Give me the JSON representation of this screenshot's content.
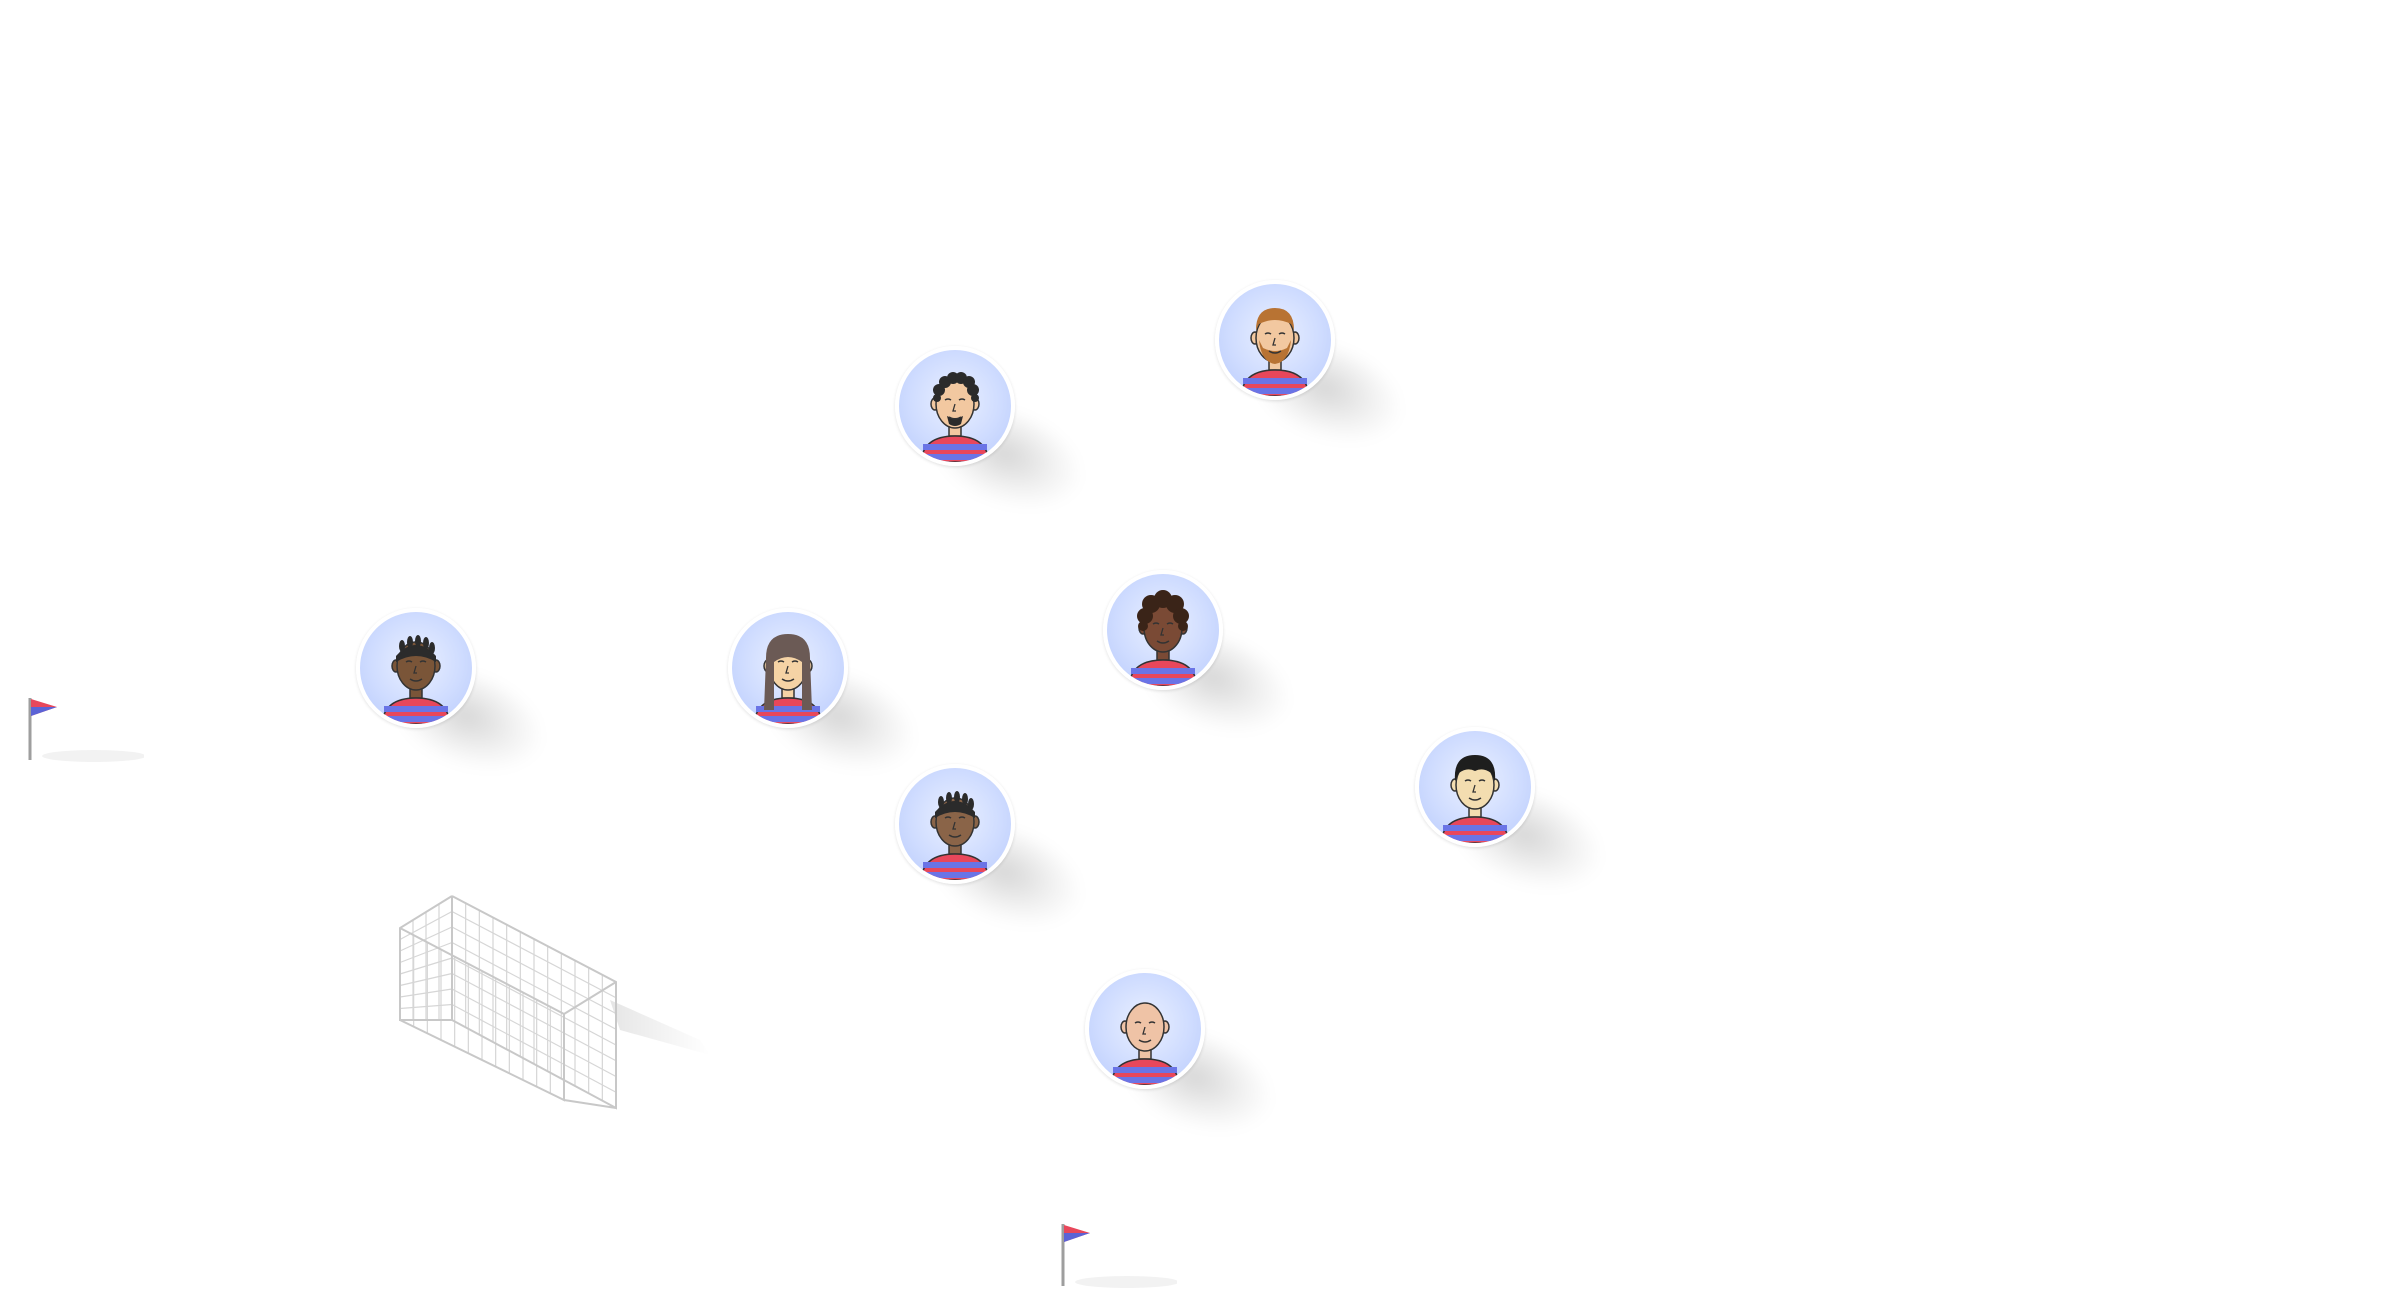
{
  "pitch": {
    "background_color": "#ffffff",
    "disc_color": "#cfdcff",
    "shirt_colors": [
      "#e8475b",
      "#6a74e6"
    ],
    "flag_colors": [
      "#e8475b",
      "#5b63d6"
    ]
  },
  "flags": [
    {
      "name": "corner-flag-left",
      "icon": "corner-flag-icon"
    },
    {
      "name": "corner-flag-bottom",
      "icon": "corner-flag-icon"
    }
  ],
  "goal": {
    "icon": "goal-net-icon"
  },
  "players": [
    {
      "id": "player-1",
      "icon": "player-avatar-icon",
      "skin": "#7a5538",
      "hair": "braids",
      "hair_color": "#2b2b2b",
      "beard": false
    },
    {
      "id": "player-2",
      "icon": "player-avatar-icon",
      "skin": "#f5d3a5",
      "hair": "long",
      "hair_color": "#6b5a55",
      "beard": false
    },
    {
      "id": "player-3",
      "icon": "player-avatar-icon",
      "skin": "#f2c8a0",
      "hair": "curly",
      "hair_color": "#2b2b2b",
      "beard": "goatee"
    },
    {
      "id": "player-4",
      "icon": "player-avatar-icon",
      "skin": "#f2c8a0",
      "hair": "short",
      "hair_color": "#b87333",
      "beard": "full"
    },
    {
      "id": "player-5",
      "icon": "player-avatar-icon",
      "skin": "#7a4a35",
      "hair": "afro",
      "hair_color": "#3a2418",
      "beard": false
    },
    {
      "id": "player-6",
      "icon": "player-avatar-icon",
      "skin": "#8a6448",
      "hair": "braids",
      "hair_color": "#2b2b2b",
      "beard": false
    },
    {
      "id": "player-7",
      "icon": "player-avatar-icon",
      "skin": "#f3ddb0",
      "hair": "straight",
      "hair_color": "#1e1e1e",
      "beard": false
    },
    {
      "id": "player-8",
      "icon": "player-avatar-icon",
      "skin": "#efc3a6",
      "hair": "bald",
      "hair_color": "#efc3a6",
      "beard": false
    }
  ]
}
